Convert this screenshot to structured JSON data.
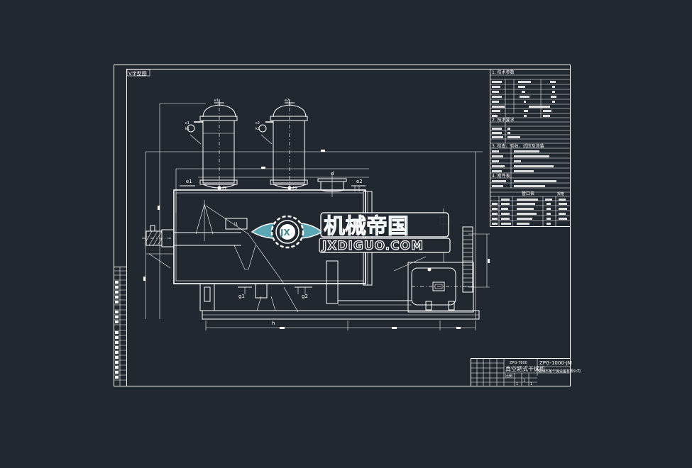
{
  "drawing": {
    "background": "#212830",
    "line_color": "#ffffff",
    "top_left_tag": "V字型图",
    "labels": {
      "e1_top": "e1",
      "e2_top": "e2",
      "f1": "f1",
      "f2": "f2",
      "e1_side": "e1",
      "e2_side": "e2",
      "d": "d",
      "h": "h",
      "g1": "g1",
      "g2": "g2",
      "i1": "i1",
      "i2": "i2",
      "k1": "k1",
      "k2": "k2",
      "c1": "c1",
      "c2": "c2"
    }
  },
  "spec_table": {
    "section1": "1. 技术参数",
    "section2": "2. 技术要求",
    "section3": "3. 检查、验收、试压及涂装",
    "section4": "4. 附件表",
    "parts_title": "管口表",
    "parts_col": "规格"
  },
  "title_block": {
    "drawing_no": "ZPG-7800",
    "model": "ZPG-1000-JM",
    "title": "真空耙式干燥机",
    "company": "常州市某干燥设备有限公司",
    "scale": "1",
    "sheet": "1",
    "sheets": "1",
    "stage": "比例"
  },
  "watermark": {
    "logo_text": "JX",
    "brand_cn": "机械帝国",
    "brand_url": "JXDIGUO.COM",
    "accent": "#5aa6b4"
  }
}
